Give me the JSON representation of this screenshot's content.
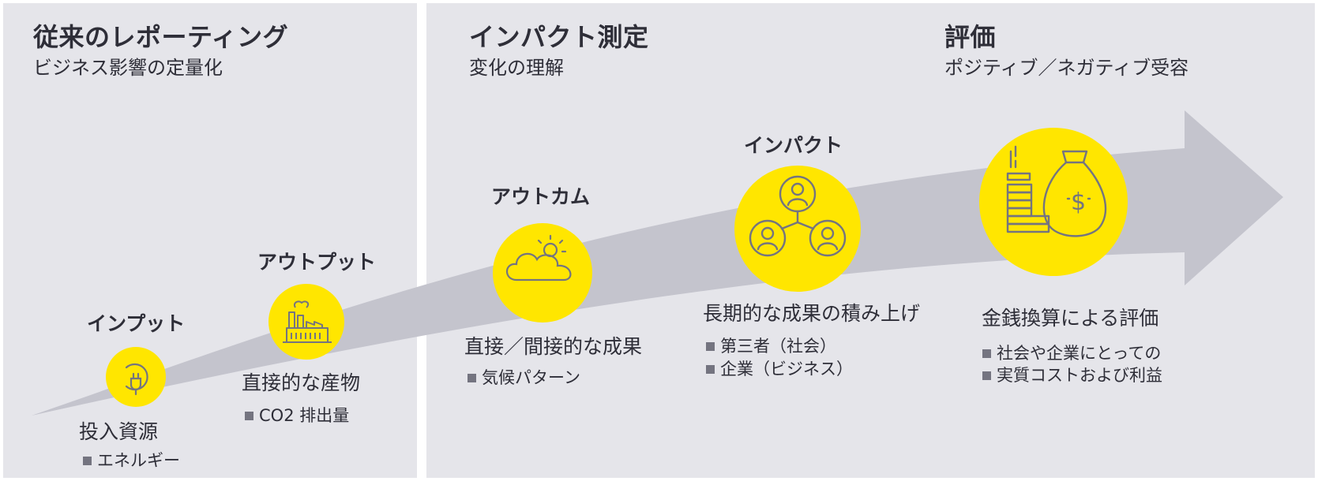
{
  "sections": {
    "traditional": {
      "title": "従来のレポーティング",
      "subtitle": "ビジネス影響の定量化"
    },
    "measurement": {
      "title": "インパクト測定",
      "subtitle": "変化の理解"
    },
    "valuation": {
      "title": "評価",
      "subtitle": "ポジティブ／ネガティブ受容"
    }
  },
  "stages": {
    "input": {
      "label": "インプット",
      "description": "投入資源",
      "bullets": [
        "エネルギー"
      ],
      "icon": "plug-icon"
    },
    "output": {
      "label": "アウトプット",
      "description": "直接的な産物",
      "bullets": [
        "CO2 排出量"
      ],
      "icon": "factory-icon"
    },
    "outcome": {
      "label": "アウトカム",
      "description": "直接／間接的な成果",
      "bullets": [
        "気候パターン"
      ],
      "icon": "cloud-sun-icon"
    },
    "impact": {
      "label": "インパクト",
      "description": "長期的な成果の積み上げ",
      "bullets": [
        "第三者（社会）",
        "企業（ビジネス）"
      ],
      "icon": "people-network-icon"
    },
    "valuation": {
      "label": "",
      "description": "金銭換算による評価",
      "bullets": [
        "社会や企業にとっての",
        "実質コストおよび利益"
      ],
      "icon": "money-bag-icon"
    }
  },
  "colors": {
    "panel": "#e5e5ea",
    "arrow": "#c4c4cd",
    "accent": "#ffe600",
    "text": "#2e2e38",
    "icon_stroke": "#747480"
  }
}
